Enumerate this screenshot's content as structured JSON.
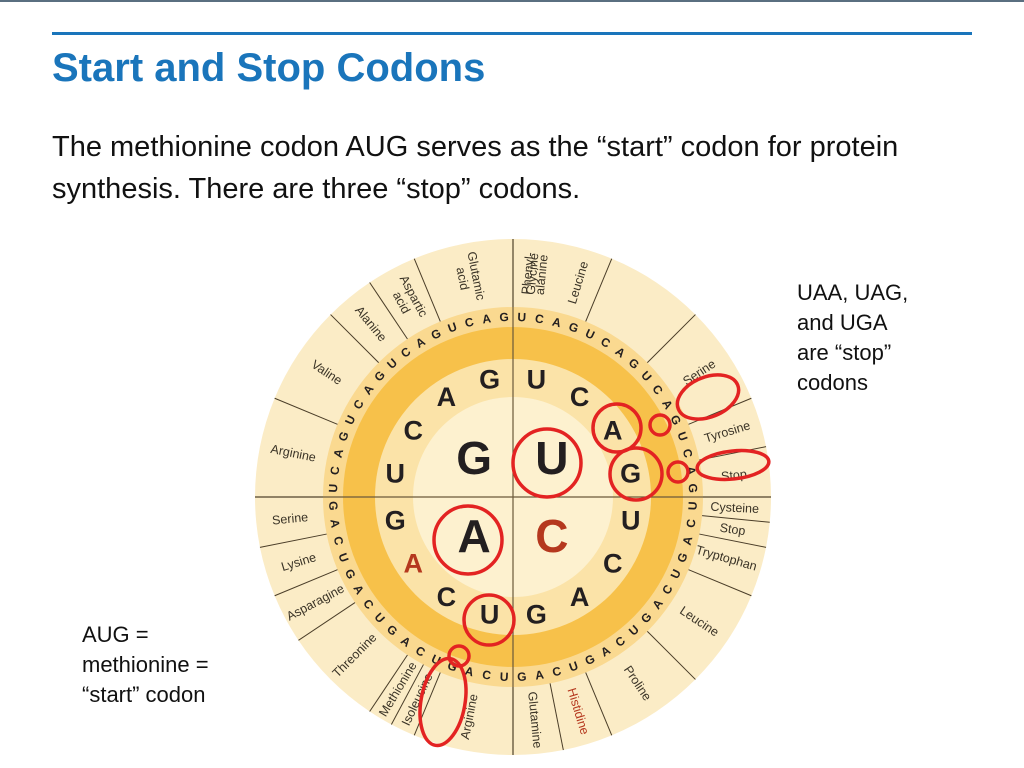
{
  "slide": {
    "title": "Start and Stop Codons",
    "body": "The methionine codon AUG serves as the “start” codon for protein synthesis. There are three “stop” codons.",
    "stop_note": "UAA, UAG,\nand UGA\nare “stop”\ncodons",
    "start_note": "AUG =\nmethionine =\n“start” codon"
  },
  "colors": {
    "title": "#1a75bb",
    "outer_ring": "#fbecc6",
    "middle_ring": "#fad990",
    "third_ring": "#f7c14a",
    "inner_ring": "#fbe3a8",
    "center": "#fdf1cf",
    "highlight": "#e32322",
    "special_letter": "#b5381e"
  },
  "wheel": {
    "first_base": [
      "G",
      "U",
      "C",
      "A"
    ],
    "second_base": [
      "U",
      "C",
      "A",
      "G",
      "U",
      "C",
      "A",
      "G",
      "U",
      "C",
      "A",
      "G",
      "U",
      "C",
      "A",
      "G"
    ],
    "third_base": [
      "U",
      "C",
      "A",
      "G",
      "U",
      "C",
      "A",
      "G",
      "U",
      "C",
      "A",
      "G",
      "U",
      "C",
      "A",
      "G",
      "U",
      "C",
      "A",
      "G",
      "U",
      "C",
      "A",
      "G",
      "U",
      "C",
      "A",
      "G",
      "U",
      "C",
      "A",
      "G",
      "U",
      "C",
      "A",
      "G",
      "U",
      "C",
      "A",
      "G",
      "U",
      "C",
      "A",
      "G",
      "U",
      "C",
      "A",
      "G",
      "U",
      "C",
      "A",
      "G",
      "U",
      "C",
      "A",
      "G",
      "U",
      "C",
      "A",
      "G",
      "U",
      "C",
      "A",
      "G"
    ],
    "amino_acids": [
      "Phenyl-\nalanine",
      "Leucine",
      "Serine",
      "Tyrosine",
      "Stop",
      "Cysteine",
      "Stop",
      "Tryptophan",
      "Leucine",
      "Proline",
      "Histidine",
      "Glutamine",
      "Arginine",
      "Isoleucine",
      "Methionine",
      "Threonine",
      "Asparagine",
      "Lysine",
      "Serine",
      "Arginine",
      "Valine",
      "Alanine",
      "Aspartic\nacid",
      "Glutamic\nacid",
      "Glycine"
    ]
  }
}
